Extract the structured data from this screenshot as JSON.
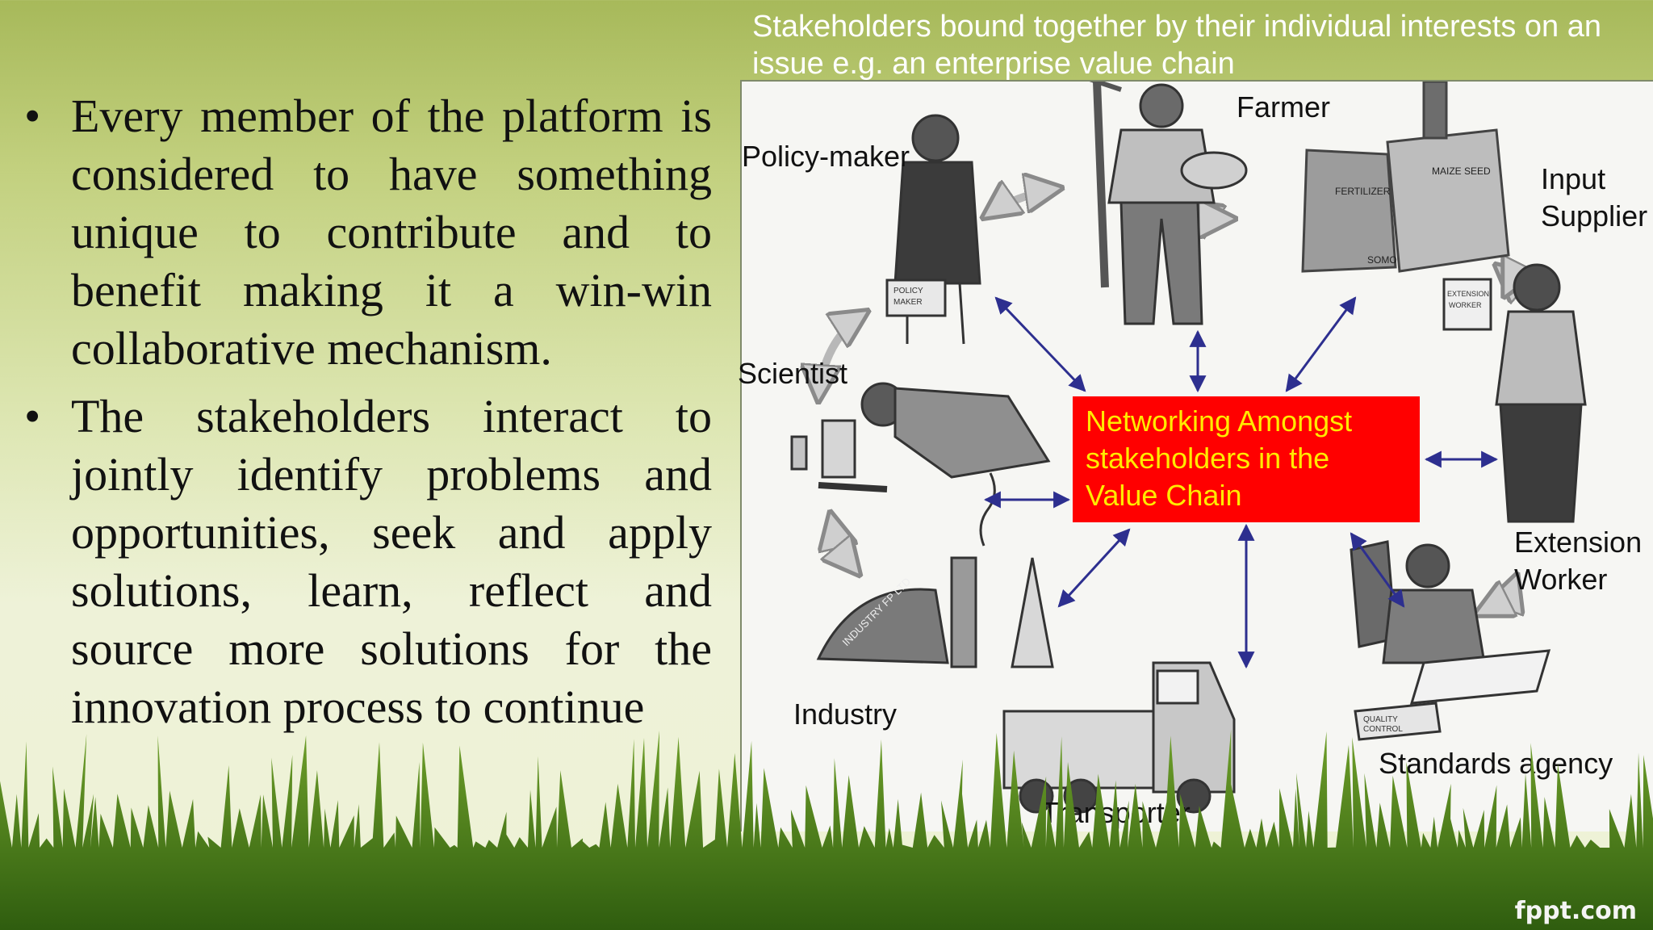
{
  "slide": {
    "caption": "Stakeholders bound together by their individual interests on an issue e.g. an enterprise value chain",
    "bullets": [
      {
        "marker": "•",
        "text": "Every member of the platform is considered to have something unique to contribute and to benefit making it a win-win collaborative mechanism."
      },
      {
        "marker": "•",
        "text": " The stakeholders interact to jointly identify problems and opportunities, seek and apply solutions, learn, reflect and source more solutions for the innovation process to continue"
      }
    ],
    "watermark": "fppt.com"
  },
  "diagram": {
    "center_lines": [
      "Networking Amongst",
      "stakeholders in the",
      "Value Chain"
    ],
    "labels": {
      "farmer": "Farmer",
      "policy_maker": "Policy-maker",
      "input_supplier": [
        "Input",
        "Supplier"
      ],
      "scientist": "Scientist",
      "extension_worker": [
        "Extension",
        "Worker"
      ],
      "industry": "Industry",
      "standards_agency": "Standards agency",
      "transporter": "Transporter"
    },
    "illustration_text": {
      "sack1": "FERTILIZER",
      "sack2": "MAIZE SEED",
      "sack_brand": "SOMO",
      "briefcase": "POLICY MAKER",
      "factory": "INDUSTRY FP LTD",
      "clipboard": "QUALITY CONTROL",
      "paper": "EXTENSION WORKER"
    },
    "colors": {
      "center_fill": "#ff0000",
      "center_text": "#ffeb00",
      "arrow": "#2d2f8f"
    }
  }
}
